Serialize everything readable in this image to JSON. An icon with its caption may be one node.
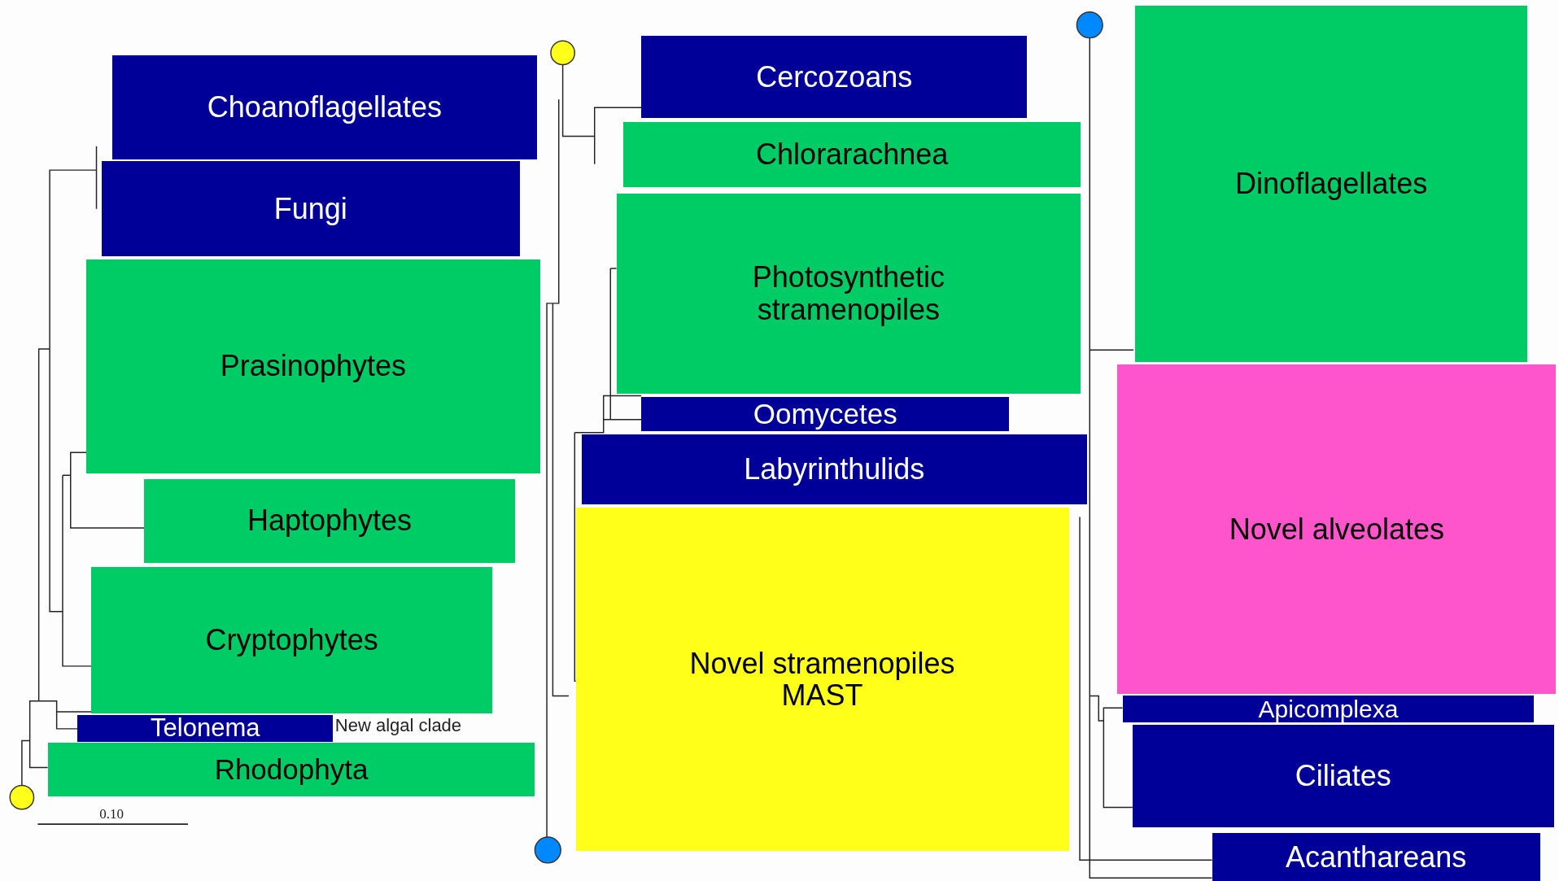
{
  "diagram": {
    "nodes": [
      {
        "text": [
          "Choanoflagellates"
        ]
      },
      {
        "text": [
          "Fungi"
        ]
      },
      {
        "text": [
          "Prasinophytes"
        ]
      },
      {
        "text": [
          "Haptophytes"
        ]
      },
      {
        "text": [
          "Cryptophytes"
        ]
      },
      {
        "text": [
          "Telonema"
        ]
      },
      {
        "text": [
          "Rhodophyta"
        ]
      },
      {
        "text": [
          "Cercozoans"
        ]
      },
      {
        "text": [
          "Chlorarachnea"
        ]
      },
      {
        "text": [
          "Photosynthetic stramenopiles"
        ]
      },
      {
        "text": [
          "Oomycetes"
        ]
      },
      {
        "text": [
          "Labyrinthulids"
        ]
      },
      {
        "text": [
          "Novel stramenopiles MAST"
        ]
      },
      {
        "text": [
          "Dinoflagellates"
        ]
      },
      {
        "text": [
          "Novel alveolates"
        ]
      },
      {
        "text": [
          "Apicomplexa"
        ]
      },
      {
        "text": [
          "Ciliates"
        ]
      },
      {
        "text": [
          "Acanthareans"
        ]
      }
    ],
    "labels": [
      "New algal clade",
      "0.10"
    ]
  }
}
